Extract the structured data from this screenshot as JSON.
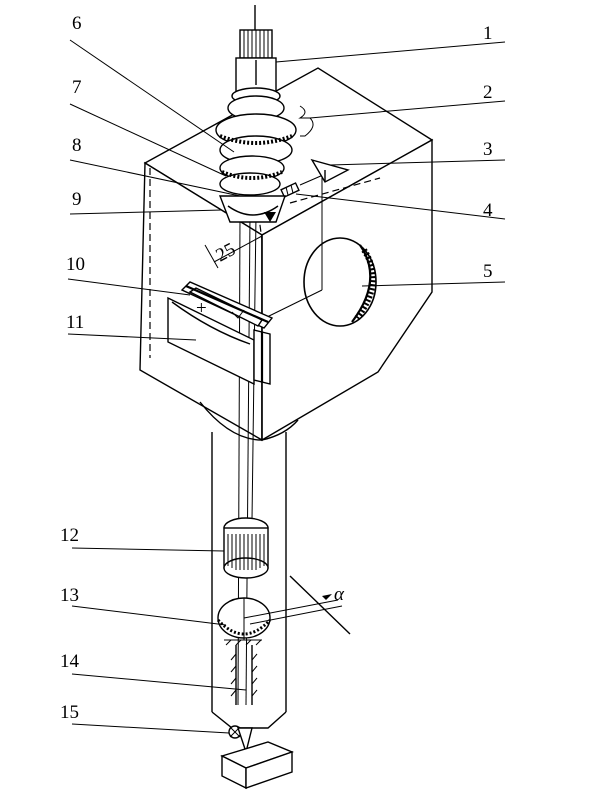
{
  "labels": {
    "l1": "1",
    "l2": "2",
    "l3": "3",
    "l4": "4",
    "l5": "5",
    "l6": "6",
    "l7": "7",
    "l8": "8",
    "l9": "9",
    "l10": "10",
    "l11": "11",
    "l12": "12",
    "l13": "13",
    "l14": "14",
    "l15": "15"
  },
  "annotations": {
    "dimension": "25",
    "angle": "α",
    "plus_mark": "+"
  }
}
